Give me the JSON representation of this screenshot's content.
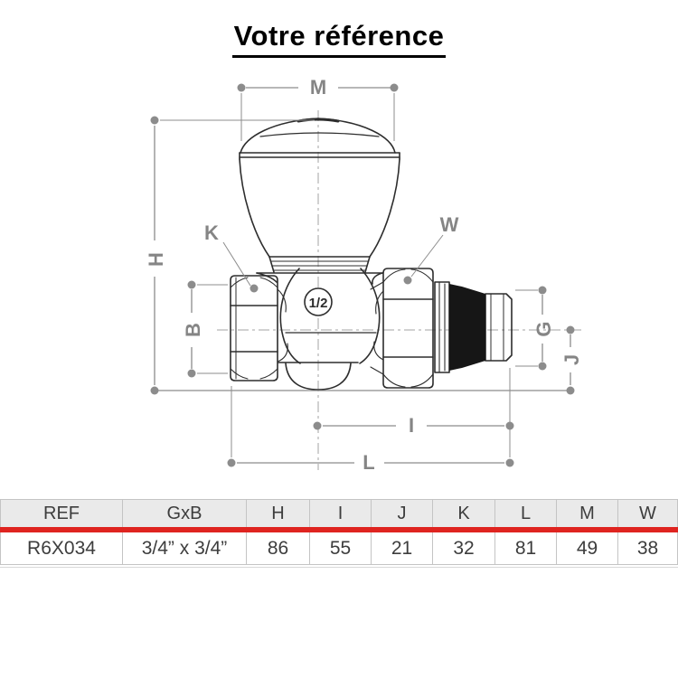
{
  "title": "Votre référence",
  "drawing": {
    "stamp": "1/2",
    "dimension_labels": {
      "M": "M",
      "H": "H",
      "K": "K",
      "B": "B",
      "W": "W",
      "G": "G",
      "J": "J",
      "I": "I",
      "L": "L"
    },
    "colors": {
      "dimension_gray": "#8c8c8c",
      "line_dark": "#2d2d2d",
      "centerline_gray": "#a3a3a3",
      "thread_band_black": "#161616"
    }
  },
  "table": {
    "headers": [
      "REF",
      "GxB",
      "H",
      "I",
      "J",
      "K",
      "L",
      "M",
      "W"
    ],
    "rows": [
      [
        "R6X034",
        "3/4” x 3/4”",
        "86",
        "55",
        "21",
        "32",
        "81",
        "49",
        "38"
      ]
    ],
    "accent_red": "#df2420",
    "header_bg": "#eaeaea",
    "border_color": "#c4c4c4"
  }
}
